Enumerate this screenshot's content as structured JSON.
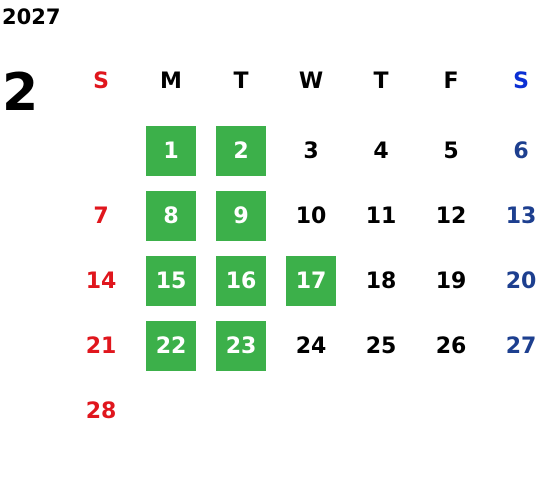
{
  "calendar": {
    "year": "2027",
    "month": "2",
    "weekdays": [
      "S",
      "M",
      "T",
      "W",
      "T",
      "F",
      "S"
    ],
    "start_weekday": 1,
    "days_in_month": 28,
    "highlighted_days": [
      1,
      2,
      8,
      9,
      15,
      16,
      17,
      22,
      23
    ]
  },
  "colors": {
    "sunday": "#e0161d",
    "saturday": "#1d3f8f",
    "saturday_header": "#0b2fd4",
    "weekday": "#000000",
    "highlight_bg": "#3cb04a",
    "highlight_text": "#ffffff"
  }
}
